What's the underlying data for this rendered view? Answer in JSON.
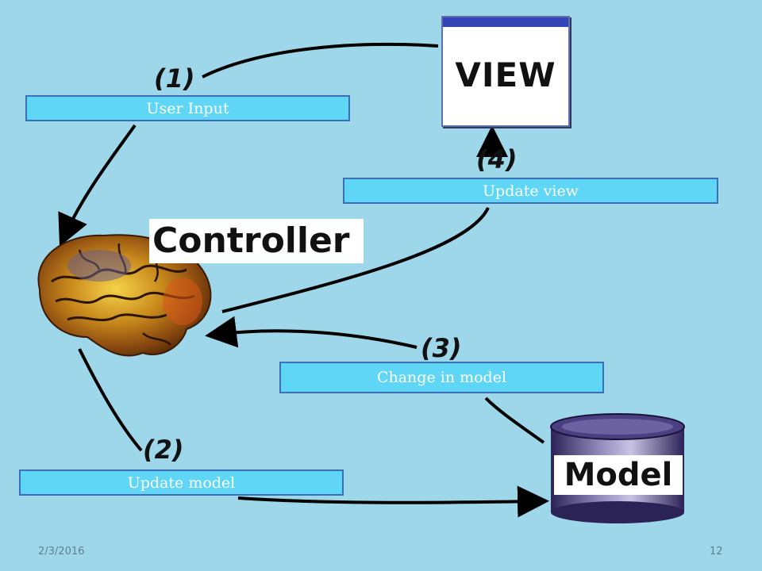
{
  "diagram": {
    "view_label": "VIEW",
    "controller_label": "Controller",
    "model_label": "Model",
    "steps": {
      "step1": "(1)",
      "step2": "(2)",
      "step3": "(3)",
      "step4": "(4)"
    },
    "boxes": {
      "user_input": "User Input",
      "update_view": "Update view",
      "change_in_model": "Change in model",
      "update_model": "Update model"
    }
  },
  "footer": {
    "date": "2/3/2016",
    "page_number": "12"
  }
}
